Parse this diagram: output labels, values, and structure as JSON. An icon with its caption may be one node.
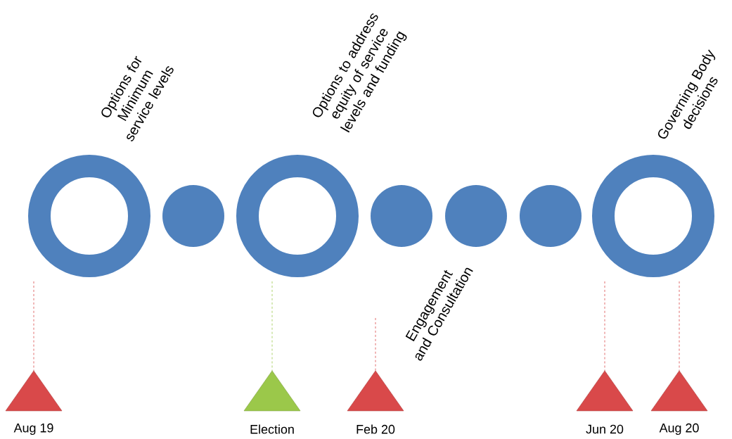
{
  "diagram": {
    "nodes": [
      {
        "text": [],
        "shape": "ring",
        "beside": [
          "Options for Minimum service levels"
        ]
      },
      {
        "text": [],
        "shape": "circle"
      },
      {
        "text": [],
        "shape": "ring",
        "beside": [
          "Options to address equity of service levels and funding"
        ]
      },
      {
        "text": [],
        "shape": "circle"
      },
      {
        "text": [],
        "shape": "circle",
        "beside": [
          "Engagement and Consultation"
        ]
      },
      {
        "text": [],
        "shape": "circle"
      },
      {
        "text": [],
        "shape": "ring",
        "beside": [
          "Governing Body decisions"
        ]
      },
      {
        "text": [
          "Aug 19"
        ]
      },
      {
        "text": [
          "Election"
        ]
      },
      {
        "text": [
          "Feb 20"
        ]
      },
      {
        "text": [
          "Jun 20"
        ]
      },
      {
        "text": [
          "Aug 20"
        ]
      }
    ]
  }
}
